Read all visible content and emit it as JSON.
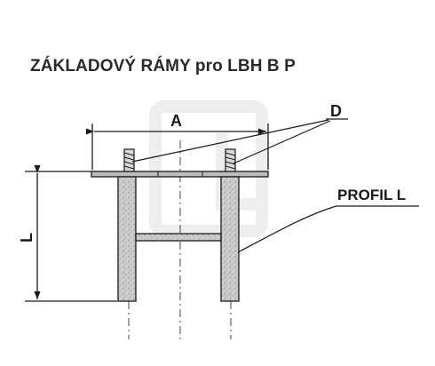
{
  "title": "ZÁKLADOVÝ RÁMY pro LBH B P",
  "labels": {
    "dimension_a": "A",
    "dimension_d": "D",
    "dimension_l": "L",
    "profile": "PROFIL L"
  },
  "colors": {
    "ink": "#1a1a1a",
    "steel_fill": "#c9c9c9",
    "plate_fill": "#bdbdbd",
    "watermark": "#eeeeee"
  }
}
